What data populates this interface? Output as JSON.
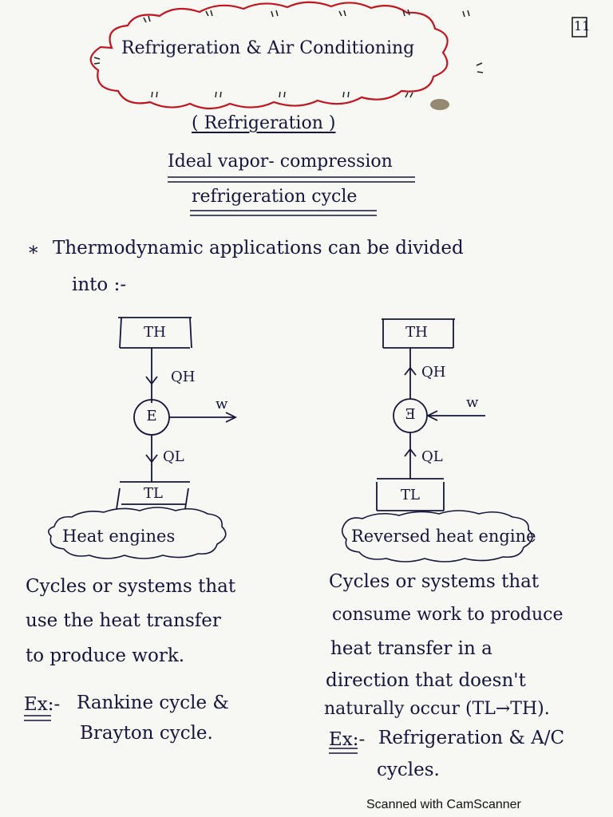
{
  "page_number": "11",
  "title": "Refrigeration & Air Conditioning",
  "section": "( Refrigeration )",
  "subtitle_line1": "Ideal vapor- compression",
  "subtitle_line2": "refrigeration cycle",
  "intro_line1": "Thermodynamic applications can be divided",
  "intro_line2": "into :-",
  "left_diagram": {
    "top": "TH",
    "bottom": "TL",
    "engine": "E",
    "q_top": "QH",
    "q_bottom": "QL",
    "work": "w"
  },
  "right_diagram": {
    "top": "TH",
    "bottom": "TL",
    "engine": "E",
    "q_top": "QH",
    "q_bottom": "QL",
    "work": "w"
  },
  "left_label": "Heat engines",
  "right_label": "Reversed heat engine",
  "left_desc": [
    "Cycles or systems that",
    "use the heat transfer",
    "to produce work."
  ],
  "left_example_prefix": "Ex:-",
  "left_example": [
    "Rankine cycle &",
    "Brayton cycle."
  ],
  "right_desc": [
    "Cycles or systems that",
    "consume work to produce",
    "heat transfer in a",
    "direction that doesn't",
    "naturally occur (TL→TH)."
  ],
  "right_example_prefix": "Ex:-",
  "right_example": [
    "Refrigeration & A/C",
    "cycles."
  ],
  "footer": "Scanned with CamScanner"
}
